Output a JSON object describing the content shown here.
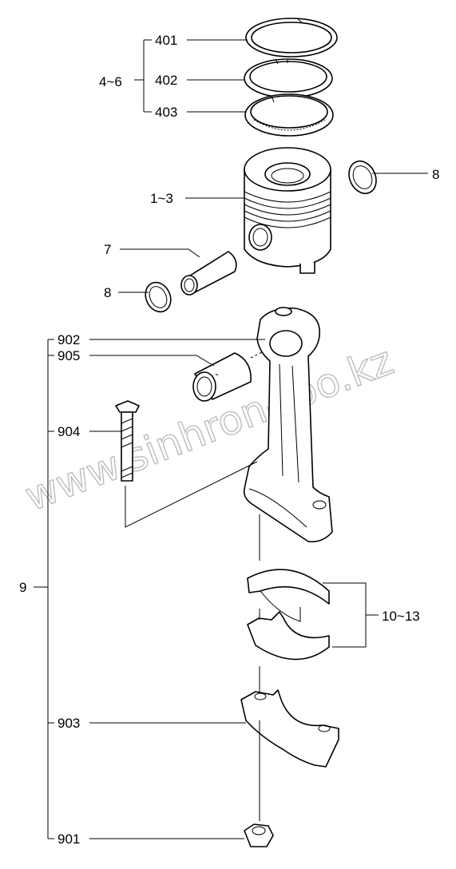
{
  "labels": {
    "rings_group": "4~6",
    "ring_top": "401",
    "ring_second": "402",
    "ring_oil": "403",
    "piston": "1~3",
    "circlip_right": "8",
    "piston_pin": "7",
    "circlip_left": "8",
    "rod_assembly": "9",
    "rod": "902",
    "bushing": "905",
    "bolt": "904",
    "cap": "903",
    "nut": "901",
    "bearings": "10~13"
  },
  "watermark": "www.sinhron-too.kz",
  "colors": {
    "line": "#000000",
    "watermark": "#b9b9b9",
    "background": "#ffffff"
  }
}
